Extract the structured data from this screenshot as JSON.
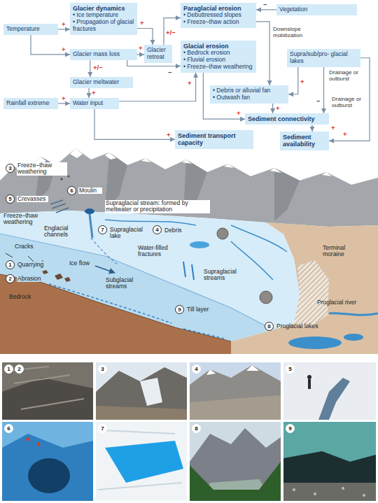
{
  "diagram": {
    "nodes": [
      {
        "text": [
          "Temperature"
        ]
      },
      {
        "text": [
          "Glacier dynamics",
          "• Ice temperature • Propagation of glacial fractures"
        ]
      },
      {
        "text": [
          "Glacier retreat"
        ]
      },
      {
        "text": [
          "Paraglacial erosion",
          "• Debuttressed slopes • Freeze–thaw action"
        ]
      },
      {
        "text": [
          "Vegetation"
        ]
      },
      {
        "text": [
          "Glacier mass loss"
        ]
      },
      {
        "text": [
          "Glacial erosion",
          "• Bedrock erosion • Fluvial erosion • Freeze–thaw weathering"
        ]
      },
      {
        "text": [
          "Supra/sub/pro- glacial lakes"
        ]
      },
      {
        "text": [
          "Glacier meltwater"
        ]
      },
      {
        "text": [
          "Rainfall extreme"
        ]
      },
      {
        "text": [
          "Water input"
        ]
      },
      {
        "text": [
          "• Debris or alluvial fan • Outwash fan"
        ]
      },
      {
        "text": [
          "Sediment connectivity"
        ]
      },
      {
        "text": [
          "Sediment transport capacity"
        ]
      },
      {
        "text": [
          "Sediment availability"
        ]
      }
    ],
    "edges": [
      {
        "from": 0,
        "to": 1,
        "arrow": "to",
        "label": "+"
      },
      {
        "from": 0,
        "to": 5,
        "arrow": "to",
        "label": "+"
      },
      {
        "from": 1,
        "to": 2,
        "arrow": "to",
        "label": "+"
      },
      {
        "from": 5,
        "to": 2,
        "arrow": "to",
        "label": "+"
      },
      {
        "from": 2,
        "to": 3,
        "arrow": "to",
        "label": "+/−"
      },
      {
        "from": 5,
        "to": 6,
        "arrow": "to",
        "label": "−"
      },
      {
        "from": 5,
        "to": 8,
        "arrow": "to",
        "label": "+/−"
      },
      {
        "from": 8,
        "to": 10,
        "arrow": "to",
        "label": "+"
      },
      {
        "from": 9,
        "to": 10,
        "arrow": "to",
        "label": "+"
      },
      {
        "from": 10,
        "to": 6,
        "arrow": "to",
        "label": "+"
      },
      {
        "from": 10,
        "to": 13,
        "arrow": "to",
        "label": "+"
      },
      {
        "from": 4,
        "to": 3,
        "arrow": "to",
        "label": "−"
      },
      {
        "from": 3,
        "to": 11,
        "arrow": "to",
        "label": "Downslope mobilization"
      },
      {
        "from": 6,
        "to": 12,
        "arrow": "to",
        "label": "+"
      },
      {
        "from": 7,
        "to": 11,
        "arrow": "to",
        "label": "Drainage or outburst"
      },
      {
        "from": 7,
        "to": 12,
        "arrow": "to",
        "label": "−"
      },
      {
        "from": 11,
        "to": 12,
        "arrow": "to",
        "label": "+"
      },
      {
        "from": 12,
        "to": 14,
        "arrow": "to",
        "label": "+"
      },
      {
        "from": 7,
        "to": 14,
        "arrow": "to",
        "label": "Drainage or outburst"
      }
    ],
    "labels": [
      "+",
      "+",
      "3",
      "Freeze–thaw weathering",
      "5",
      "Crevasses",
      "6",
      "Moulin",
      "Supraglacial stream: formed by meltwater or precipitation",
      "Freeze–thaw weathering",
      "Englacial channels",
      "7",
      "Supraglacial lake",
      "4",
      "Debris",
      "Cracks",
      "1",
      "Quarrying",
      "Ice flow",
      "Water-filled fractures",
      "Supraglacial streams",
      "Subglacial streams",
      "2",
      "Abrasion",
      "Bedrock",
      "Terminal moraine",
      "9",
      "Till layer",
      "Proglacial river",
      "8",
      "Proglacial lakes",
      "1",
      "2",
      "3",
      "4",
      "5",
      "6",
      "7",
      "8",
      "9"
    ]
  }
}
